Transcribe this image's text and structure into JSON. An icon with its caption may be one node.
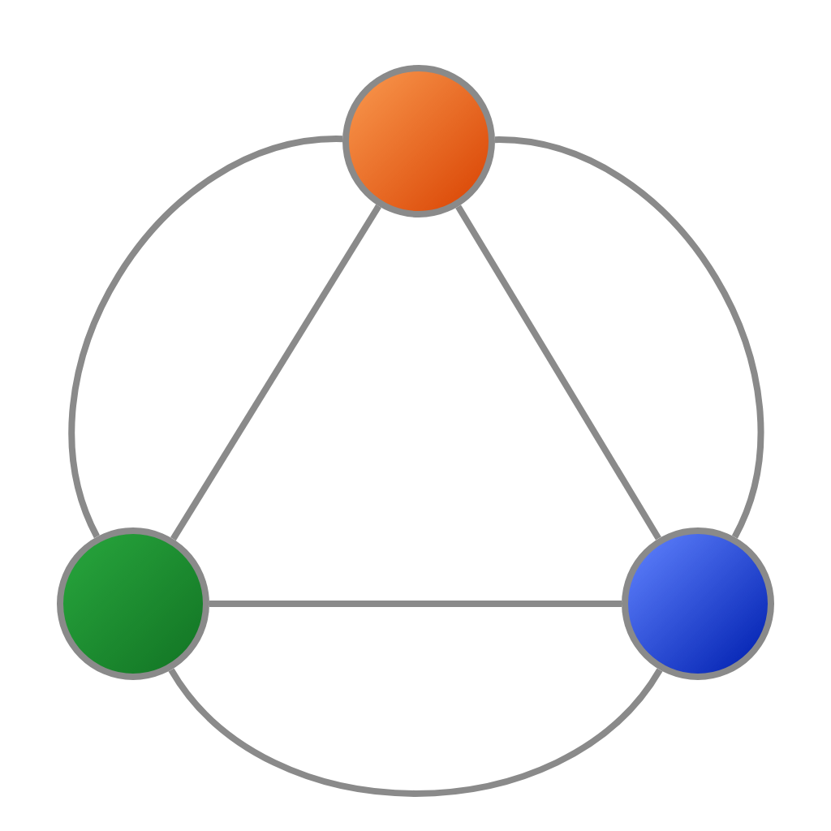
{
  "diagram": {
    "nodes": [
      {
        "text": [],
        "shape": "circle"
      },
      {
        "text": [],
        "shape": "circle"
      },
      {
        "text": [],
        "shape": "circle"
      }
    ],
    "edges": [
      {
        "from": 0,
        "to": 1,
        "arrow": "none"
      },
      {
        "from": 1,
        "to": 2,
        "arrow": "none"
      },
      {
        "from": 2,
        "to": 0,
        "arrow": "none"
      },
      {
        "from": 0,
        "to": 1,
        "arrow": "none"
      },
      {
        "from": 1,
        "to": 2,
        "arrow": "none"
      },
      {
        "from": 2,
        "to": 0,
        "arrow": "none"
      }
    ]
  }
}
